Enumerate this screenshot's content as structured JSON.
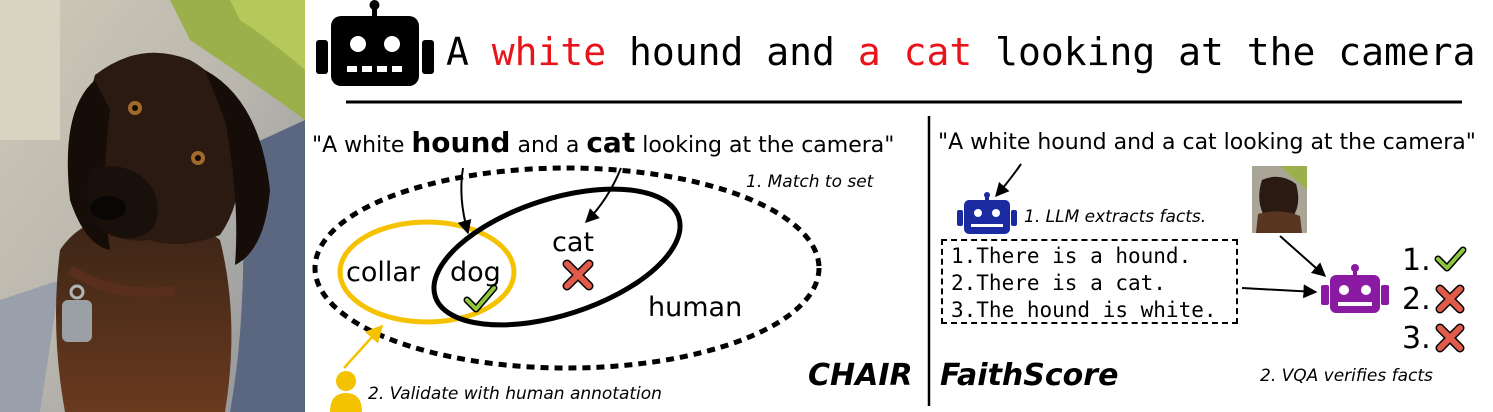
{
  "caption": {
    "parts": [
      {
        "text": "A ",
        "hallucinated": false
      },
      {
        "text": "white",
        "hallucinated": true
      },
      {
        "text": " hound and ",
        "hallucinated": false
      },
      {
        "text": "a cat",
        "hallucinated": true
      },
      {
        "text": " looking at the camera",
        "hallucinated": false
      }
    ]
  },
  "chair": {
    "quote_parts": [
      "\"A white ",
      "hound",
      " and a ",
      "cat",
      " looking at the camera\""
    ],
    "match_label": "1. Match to set",
    "set_words": {
      "collar": "collar",
      "dog": "dog",
      "cat": "cat",
      "human": "human"
    },
    "validate_label": "2. Validate with human annotation",
    "method_name": "CHAIR"
  },
  "faithscore": {
    "quote": "\"A white hound and a cat looking at the camera\"",
    "extract_label": "1. LLM extracts facts.",
    "facts": [
      "1.There is a hound.",
      "2.There is a cat.",
      "3.The hound is white."
    ],
    "verify_label": "2. VQA verifies facts",
    "results": [
      {
        "num": "1.",
        "mark": "check-icon"
      },
      {
        "num": "2.",
        "mark": "cross-icon"
      },
      {
        "num": "3.",
        "mark": "cross-icon"
      }
    ],
    "method_name": "FaithScore"
  },
  "colors": {
    "hallucination": "#e8141c",
    "annotation": "#f5c200",
    "llm_robot": "#1a2aa0",
    "vqa_robot": "#8b1aa3",
    "check": "#8ec63f",
    "cross": "#e15b4a"
  }
}
